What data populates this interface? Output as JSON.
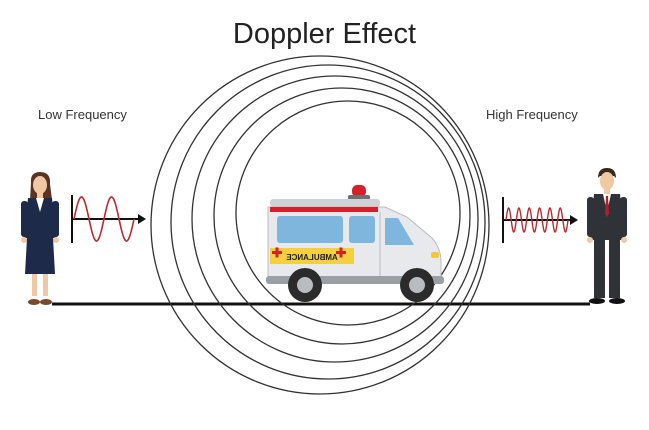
{
  "title": "Doppler Effect",
  "labels": {
    "low": "Low Frequency",
    "high": "High Frequency",
    "vehicle_text": "AMBULANCE"
  },
  "colors": {
    "wave": "#c0282d",
    "line": "#111111",
    "circle": "#333333"
  },
  "icons": {
    "left_person": "woman-observer-icon",
    "right_person": "man-observer-icon",
    "vehicle": "ambulance-icon"
  }
}
